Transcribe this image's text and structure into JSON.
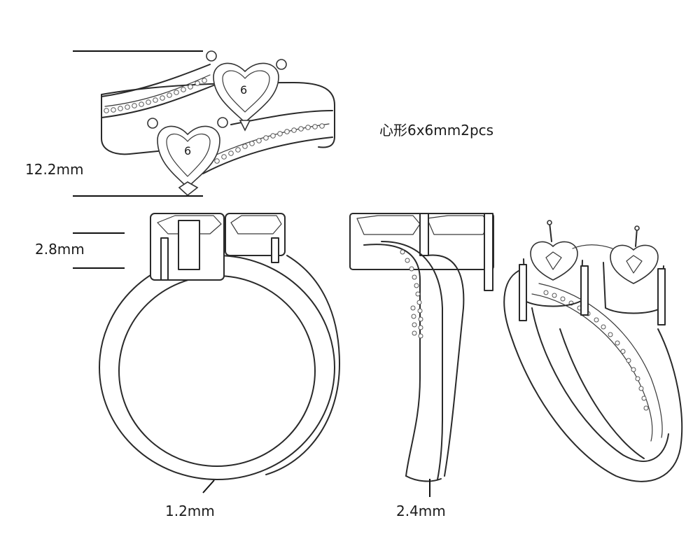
{
  "dimensions": {
    "top_view_width": "12.2mm",
    "setting_height": "2.8mm",
    "band_thickness_front": "1.2mm",
    "band_width_side": "2.4mm"
  },
  "stone_spec": "心形6x6mm2pcs",
  "stone_labels": {
    "upper_heart": "6",
    "lower_heart": "6"
  },
  "colors": {
    "line": "#2a2a2a",
    "dimension_line": "#111111",
    "background": "#ffffff"
  }
}
